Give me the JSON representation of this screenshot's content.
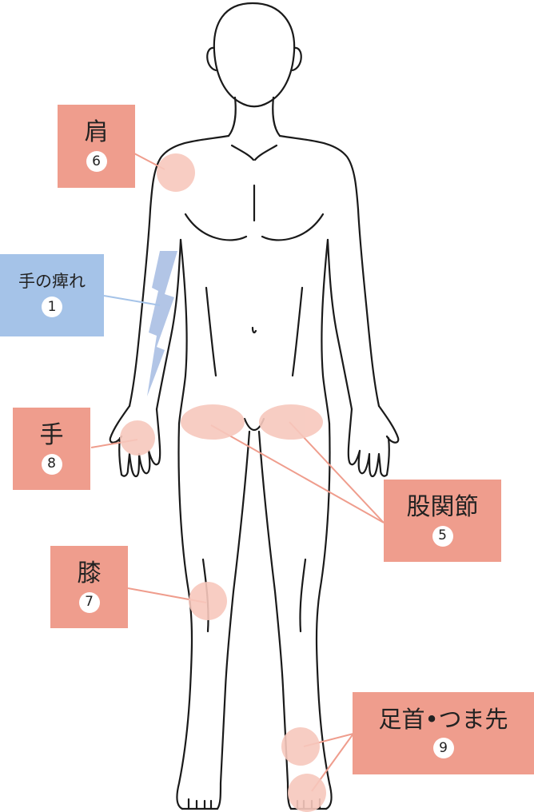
{
  "colors": {
    "label_red": "#ef9d8d",
    "label_blue": "#a5c3e8",
    "spot": "#f7c8bd",
    "lightning": "#aabfe3",
    "outline": "#1a1a1a",
    "leader": "#ef9d8d",
    "leader_blue": "#a5c3e8"
  },
  "labels": {
    "shoulder": {
      "text": "肩",
      "number": "6"
    },
    "numbness": {
      "text": "手の痺れ",
      "number": "1"
    },
    "hand": {
      "text": "手",
      "number": "8"
    },
    "hip": {
      "text": "股関節",
      "number": "5"
    },
    "knee": {
      "text": "膝",
      "number": "7"
    },
    "ankle": {
      "text": "足首•つま先",
      "number": "9"
    }
  },
  "icons": [
    "lightning-icon"
  ]
}
